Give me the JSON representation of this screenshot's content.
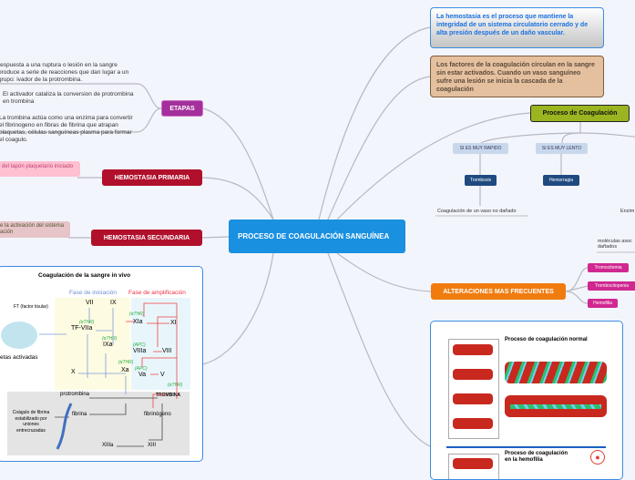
{
  "central": {
    "label": "PROCESO DE COAGULACIÓN SANGUÍNEA",
    "color": "#1a90e0"
  },
  "etapas": {
    "label": "ETAPAS",
    "color": "#a3309b",
    "items": [
      "respuesta a una ruptura o lesión en la sangre produce a serie de reacciones que dan lugar a un grupo: ivador de la protrombina.",
      "El activador cataliza la conversion de protrombina en trombina",
      "La trombina actúa como una enzima para convertir el fibrinogeno en fibras de fibrina que atrapan plaquetas, células sanguíneas plasma para formar el coagulo."
    ]
  },
  "primaria": {
    "label": "HEMOSTASIA PRIMARIA",
    "color": "#b0102c",
    "note": "del tapón plaquetario iniciado"
  },
  "secundaria": {
    "label": "HEMOSTASIA SECUNDARIA",
    "color": "#b0102c",
    "note": "e la activación del sistema ación"
  },
  "def1": "La hemostasia es el proceso que mantiene la integridad de un sistema circulatorio cerrado y de alta presión después de un daño vascular.",
  "def2": "Los factores de la coagulación circulan en la sangre sin estar activados. Cuando un vaso sanguíneo sufre una lesión se inicia la cascada de la coagulación",
  "proceso": {
    "label": "Proceso de Coagulación",
    "color": "#9ab520",
    "rapido": "SI ES MUY RAPIDO",
    "lento": "SI ES MUY LENTO",
    "trombosis": "Trombosis",
    "hemorragia": "Hemorragia",
    "vaso": "Coagulación de un vaso no dañado",
    "enzim": "Enzim",
    "moleculas": "moléculas asoc dañados"
  },
  "alteraciones": {
    "label": "ALTERACIONES MAS FRECUENTES",
    "color": "#f07c10",
    "items": [
      "Tromocitemia",
      "Trombocitopenia",
      "Hemofilia"
    ]
  },
  "diagram1": {
    "title": "Coagulación de la sangre in vivo",
    "fase_ini": "Fase de iniciación",
    "fase_amp": "Fase de amplificación",
    "ft": "FT (factor tisular)",
    "plaquetas": "etas activadas",
    "VII": "VII",
    "IX": "IX",
    "TF": "TF-VIIa",
    "IXa": "IXa",
    "X": "X",
    "Xa": "Xa",
    "XIa": "XIa",
    "XI": "XI",
    "VIIIa": "VIIIa",
    "VIII": "VIII",
    "Va": "Va",
    "V": "V",
    "athr": "(αTHR)",
    "apc": "(APC)",
    "protrombina": "protrombina",
    "trombina": "TROMBINA",
    "fibrina": "fibrina",
    "fibrinogeno": "fibrinógeno",
    "XIIIa": "XIIIa",
    "XIII": "XIII",
    "coagulo": "Coágulo de fibrina estabilizado por uniones entrecruzadas"
  },
  "diagram2": {
    "normal": "Proceso de coagulación normal",
    "hemofilia": "Proceso de coagulación en la hemofilia"
  }
}
